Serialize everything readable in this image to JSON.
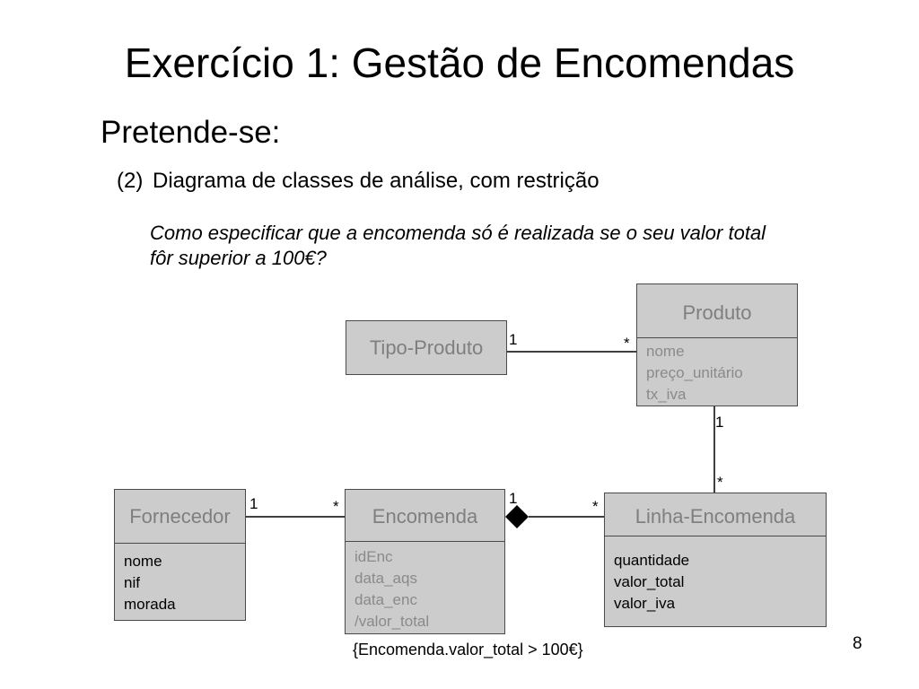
{
  "slide": {
    "title": "Exercício 1: Gestão de Encomendas",
    "subtitle": "Pretende-se:",
    "item_number": "(2)",
    "item_text": "Diagrama de classes de análise, com restrição",
    "question_line1": "Como especificar que a encomenda só é realizada se o seu valor total",
    "question_line2": "fôr superior a 100€?",
    "constraint": "{Encomenda.valor_total > 100€}",
    "page_number": "8"
  },
  "diagram": {
    "classes": {
      "tipo_produto": {
        "name": "Tipo-Produto"
      },
      "produto": {
        "name": "Produto",
        "attributes": [
          "nome",
          "preço_unitário",
          "tx_iva"
        ]
      },
      "fornecedor": {
        "name": "Fornecedor",
        "attributes": [
          "nome",
          "nif",
          "morada"
        ]
      },
      "encomenda": {
        "name": "Encomenda",
        "attributes": [
          "idEnc",
          "data_aqs",
          "data_enc",
          "/valor_total"
        ]
      },
      "linha_encomenda": {
        "name": "Linha-Encomenda",
        "attributes": [
          "quantidade",
          "valor_total",
          "valor_iva"
        ]
      }
    },
    "associations": {
      "tipo_produto_produto": {
        "end_tipo_produto": "1",
        "end_produto": "*"
      },
      "produto_linha_encomenda": {
        "end_produto": "1",
        "end_linha_encomenda": "*"
      },
      "fornecedor_encomenda": {
        "end_fornecedor": "1",
        "end_encomenda": "*",
        "mult_end_star": "*"
      },
      "encomenda_linha_encomenda": {
        "end_encomenda": "1",
        "end_linha_encomenda": "*",
        "kind": "composition"
      }
    },
    "colors": {
      "class_fill": "#cccccc",
      "class_border": "#4a4a4a",
      "class_name_text": "#7f7f7f",
      "edge": "#000000"
    }
  }
}
